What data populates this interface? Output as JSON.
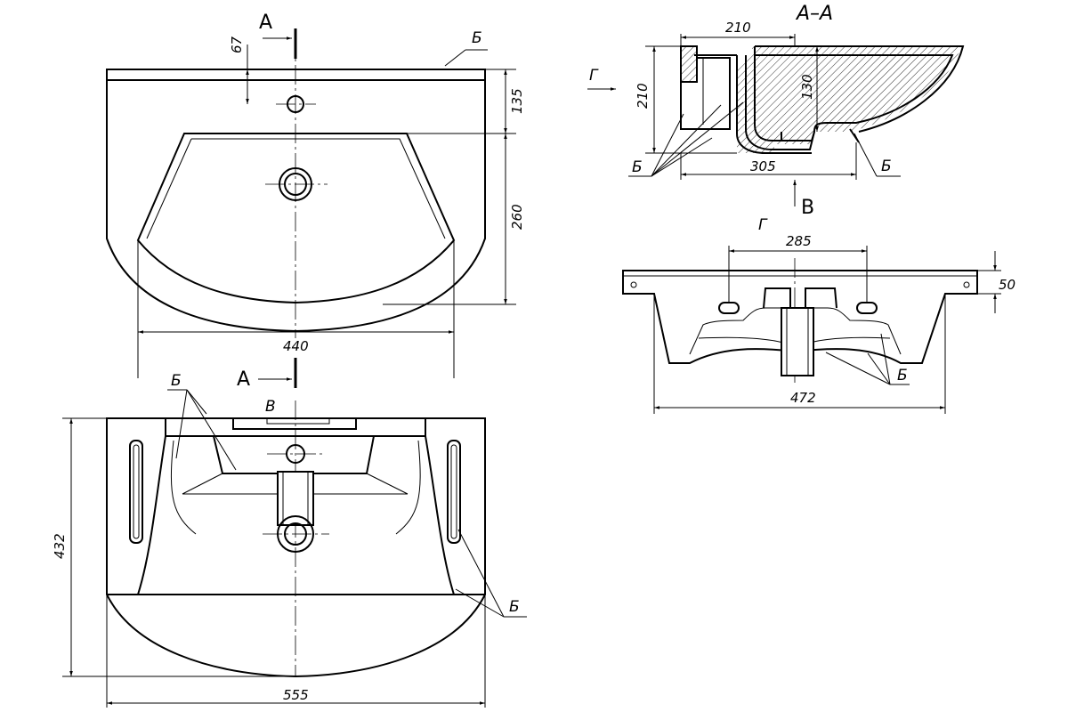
{
  "dims": {
    "d67": "67",
    "d135": "135",
    "d260": "260",
    "d440": "440",
    "d432": "432",
    "d555": "555",
    "d210h": "210",
    "d210v": "210",
    "d130": "130",
    "d305": "305",
    "d285": "285",
    "d50": "50",
    "d472": "472"
  },
  "labels": {
    "section_A_top": "А",
    "section_A_bottom": "А",
    "section_title": "А–А",
    "view_G": "Г",
    "view_G_arrow": "Г",
    "view_V_mark": "В",
    "view_V_arrow": "В",
    "b1": "Б",
    "b2": "Б",
    "b3": "Б",
    "b4": "Б",
    "b5": "Б",
    "b6": "Б"
  }
}
